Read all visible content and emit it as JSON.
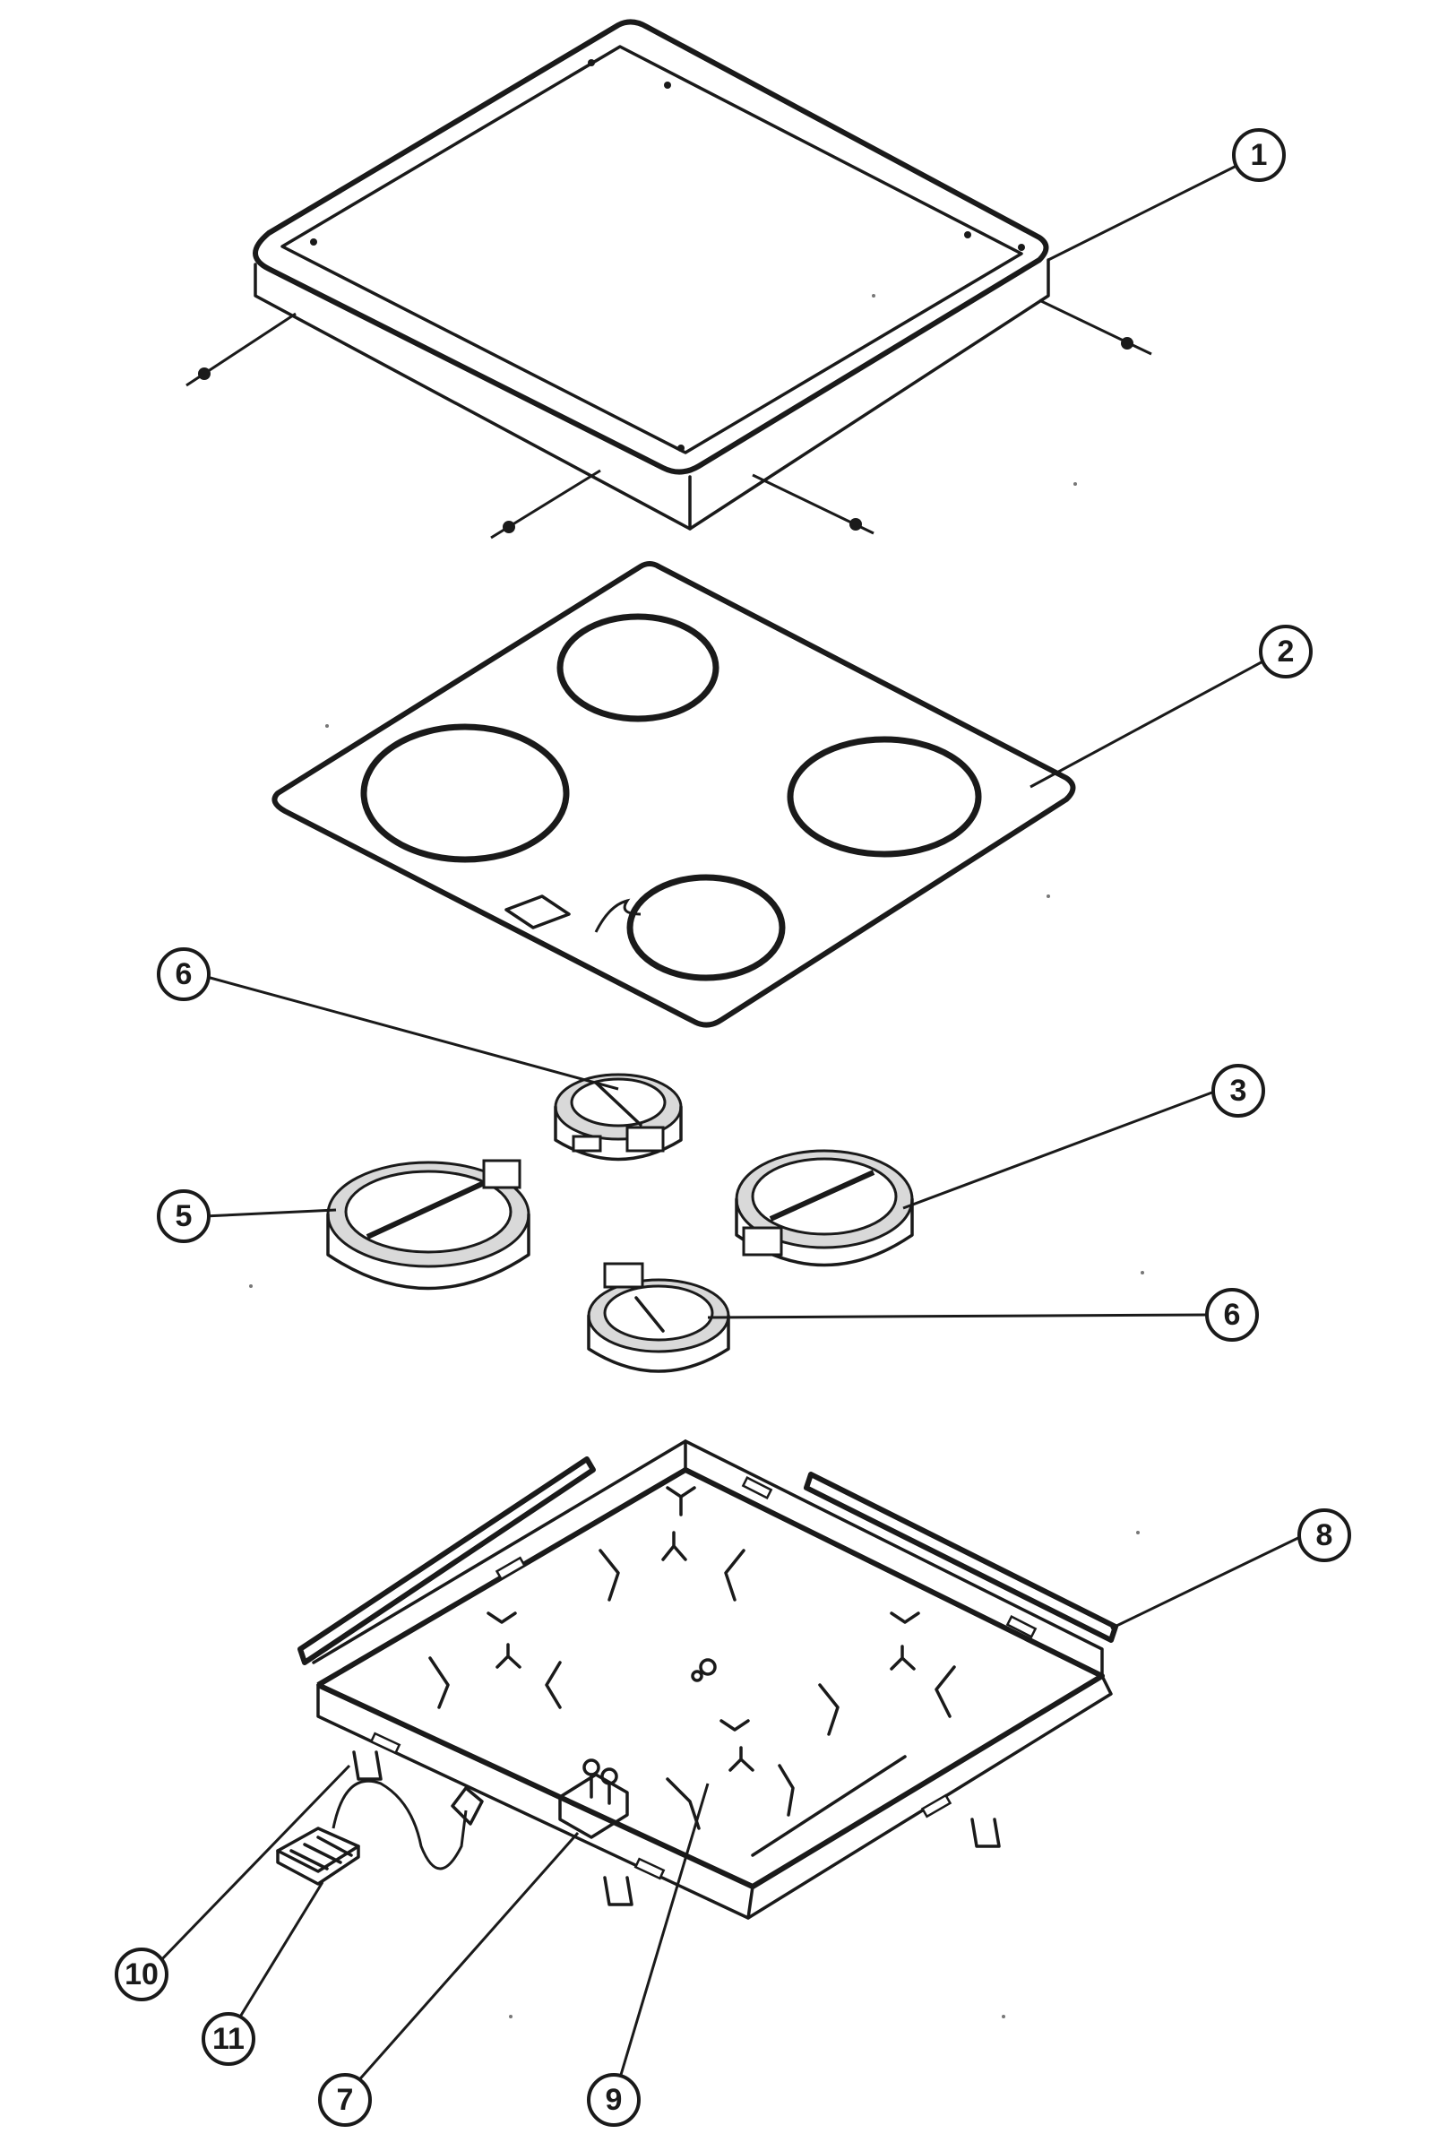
{
  "callouts": [
    {
      "id": "c1",
      "label": "1"
    },
    {
      "id": "c2",
      "label": "2"
    },
    {
      "id": "c3",
      "label": "3"
    },
    {
      "id": "c5",
      "label": "5"
    },
    {
      "id": "c6a",
      "label": "6"
    },
    {
      "id": "c6b",
      "label": "6"
    },
    {
      "id": "c7",
      "label": "7"
    },
    {
      "id": "c8",
      "label": "8"
    },
    {
      "id": "c9",
      "label": "9"
    },
    {
      "id": "c10",
      "label": "10"
    },
    {
      "id": "c11",
      "label": "11"
    }
  ],
  "colors": {
    "ink": "#1a1a1a",
    "background": "#ffffff"
  }
}
